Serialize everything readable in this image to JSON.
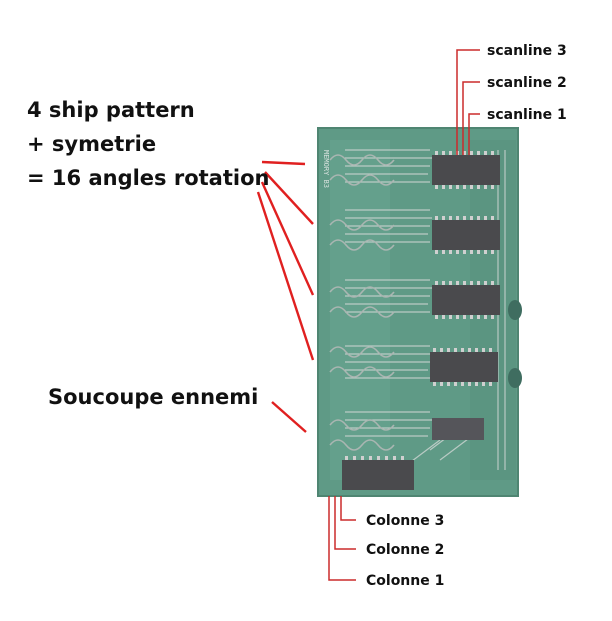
{
  "annotations": {
    "pattern_line_1": "4 ship pattern",
    "pattern_line_2": "+ symetrie",
    "pattern_line_3": "= 16 angles rotation",
    "saucer": "Soucoupe ennemi"
  },
  "scanlines": [
    "scanline 3",
    "scanline 2",
    "scanline 1"
  ],
  "columns": [
    "Colonne 3",
    "Colonne 2",
    "Colonne 1"
  ],
  "board_silkscreen": "MEMORY B3",
  "colors": {
    "board": "#5f9a86",
    "chip": "#4a4a4d",
    "arrow": "#e02020",
    "callout": "#cc2b2b"
  }
}
